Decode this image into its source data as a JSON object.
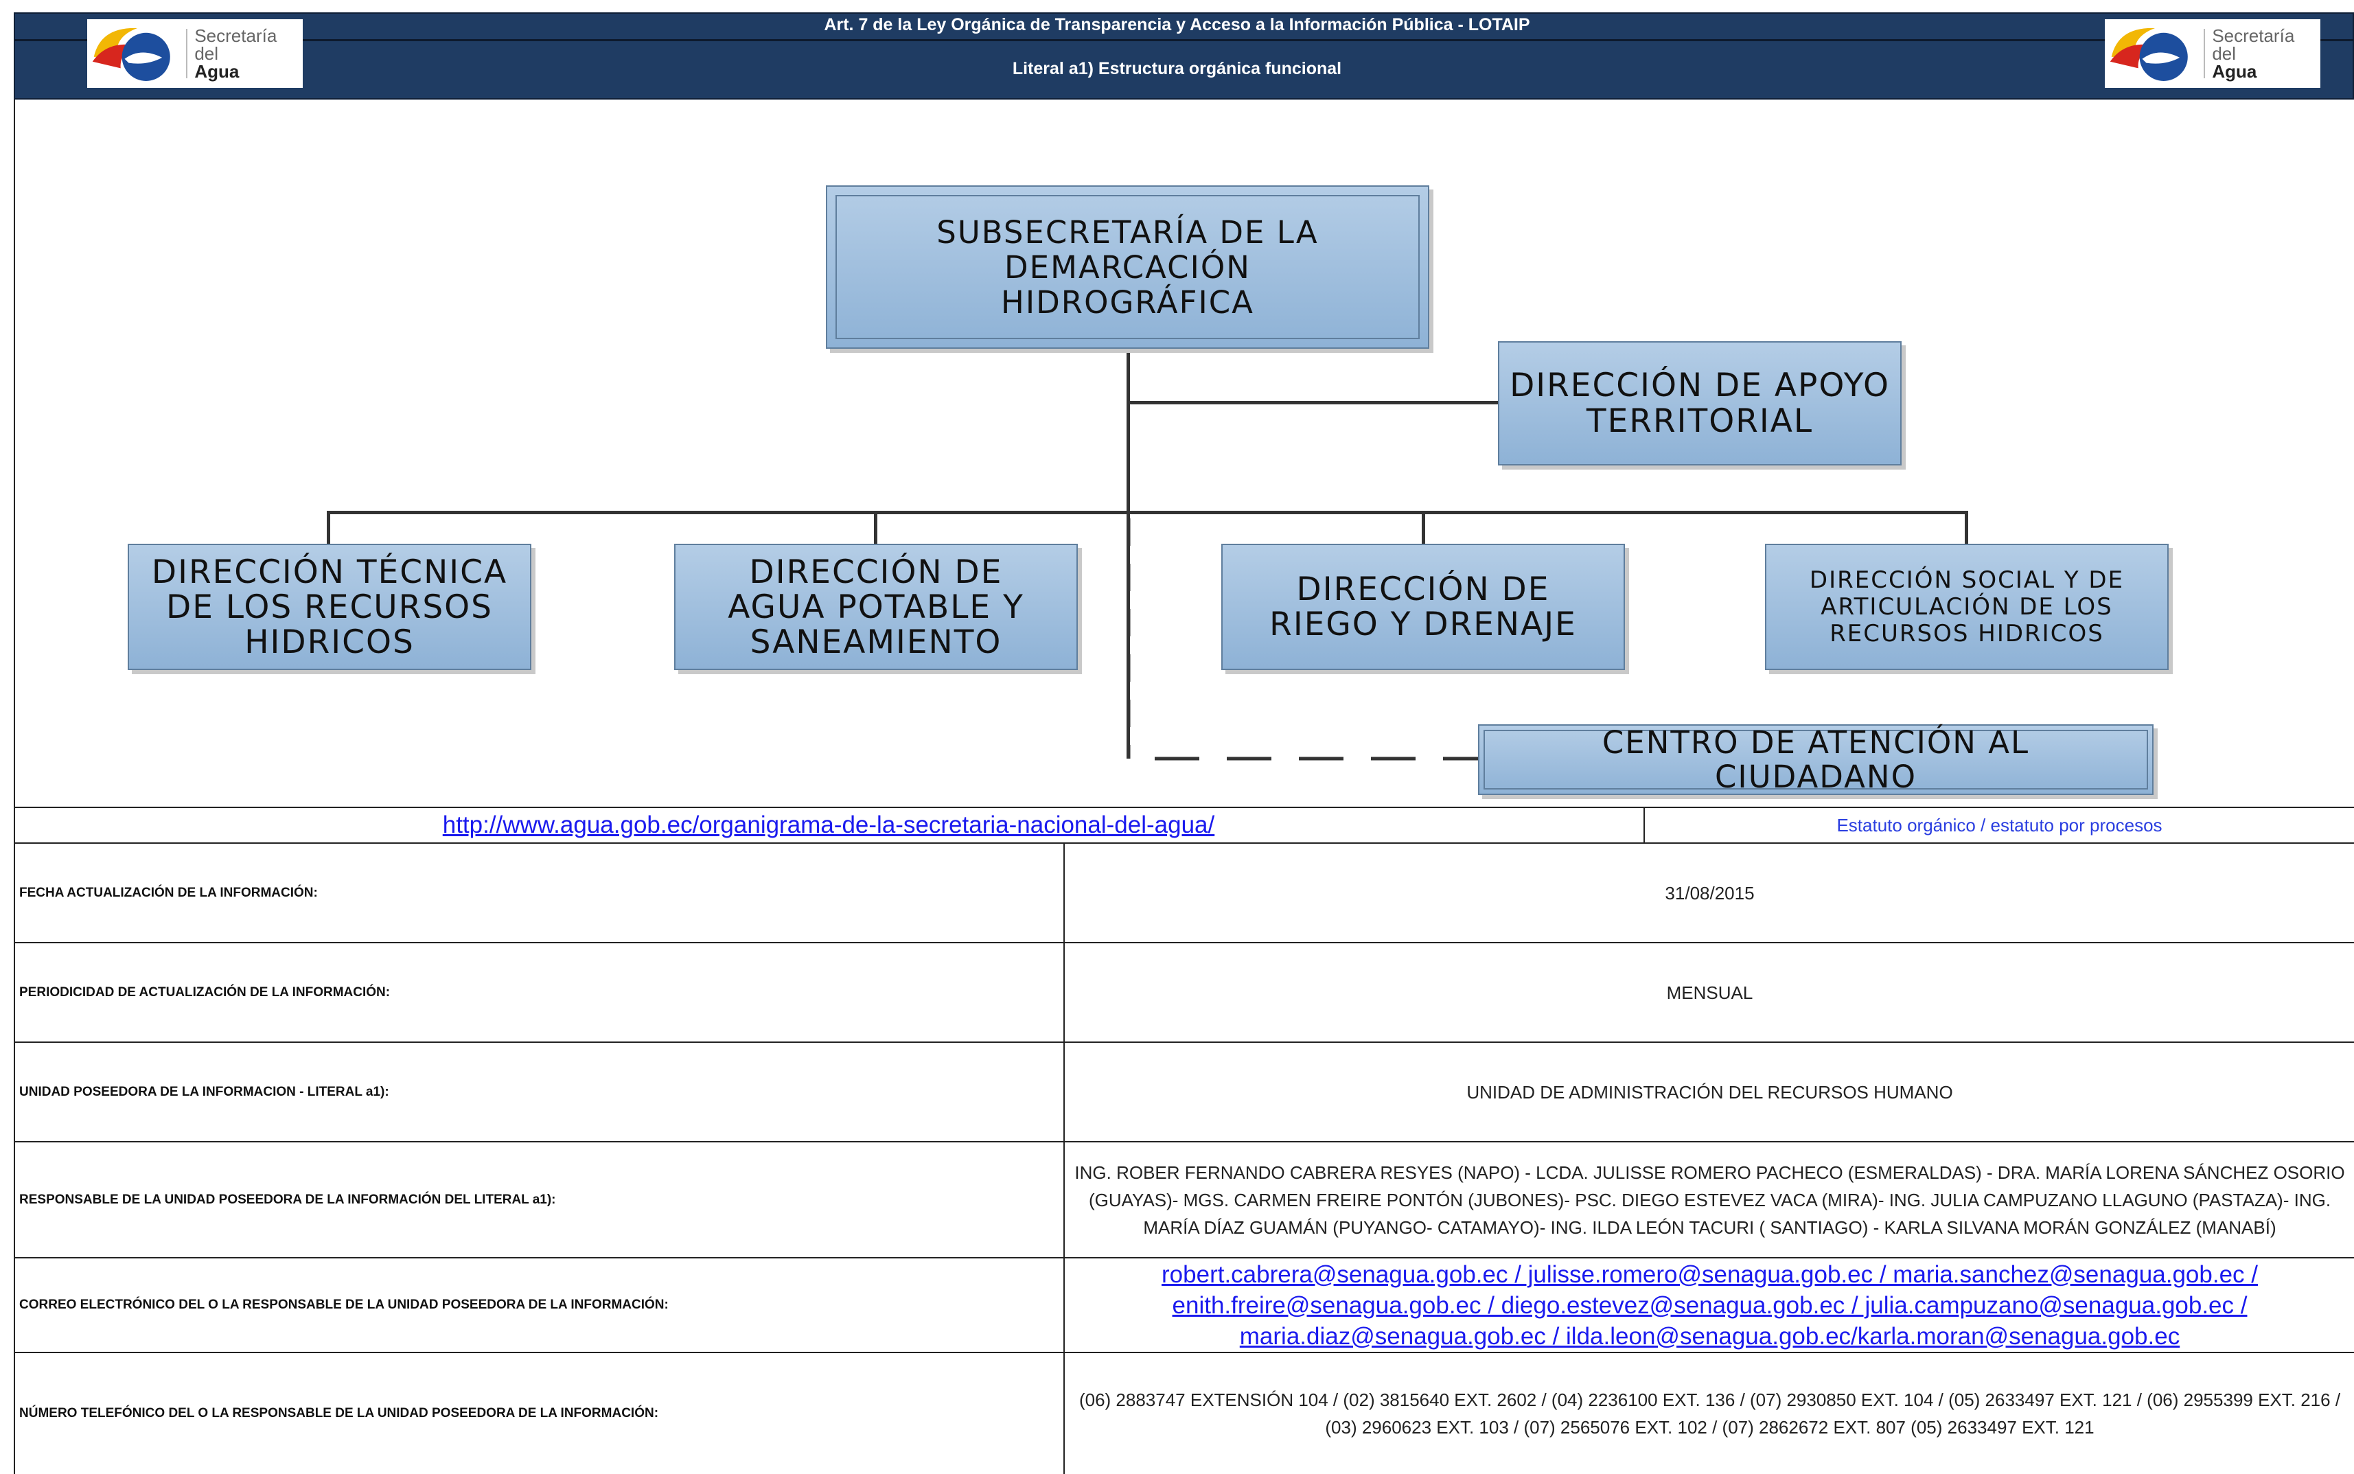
{
  "header": {
    "title": "Art. 7 de la Ley Orgánica de Transparencia y Acceso a la Información Pública - LOTAIP",
    "subtitle": "Literal a1) Estructura orgánica funcional",
    "logo_line1": "Secretaría del",
    "logo_line2": "Agua"
  },
  "org_chart": {
    "top": "SUBSECRETARÍA DE LA DEMARCACIÓN HIDROGRÁFICA",
    "apoyo": "DIRECCIÓN DE APOYO TERRITORIAL",
    "tecnica": "DIRECCIÓN TÉCNICA DE LOS RECURSOS HIDRICOS",
    "agua": "DIRECCIÓN DE AGUA POTABLE Y SANEAMIENTO",
    "riego": "DIRECCIÓN DE RIEGO Y DRENAJE",
    "social": "DIRECCIÓN SOCIAL Y DE ARTICULACIÓN DE LOS RECURSOS HIDRICOS",
    "centro": "CENTRO DE ATENCIÓN AL CIUDADANO"
  },
  "links": {
    "organigrama": "http://www.agua.gob.ec/organigrama-de-la-secretaria-nacional-del-agua/",
    "estatuto": "Estatuto orgánico / estatuto por procesos"
  },
  "rows": [
    {
      "label": "FECHA ACTUALIZACIÓN DE LA INFORMACIÓN:",
      "value": "31/08/2015"
    },
    {
      "label": "PERIODICIDAD DE ACTUALIZACIÓN DE LA INFORMACIÓN:",
      "value": "MENSUAL"
    },
    {
      "label": "UNIDAD POSEEDORA DE LA INFORMACION - LITERAL a1):",
      "value": "UNIDAD DE ADMINISTRACIÓN DEL RECURSOS HUMANO"
    },
    {
      "label": "RESPONSABLE DE LA UNIDAD POSEEDORA DE LA INFORMACIÓN DEL LITERAL a1):",
      "value": "ING. ROBER FERNANDO CABRERA RESYES (NAPO) - LCDA. JULISSE ROMERO PACHECO (ESMERALDAS) - DRA. MARÍA LORENA SÁNCHEZ OSORIO (GUAYAS)- MGS. CARMEN FREIRE PONTÓN (JUBONES)- PSC. DIEGO ESTEVEZ VACA  (MIRA)- ING. JULIA CAMPUZANO LLAGUNO (PASTAZA)- ING. MARÍA DÍAZ GUAMÁN (PUYANGO- CATAMAYO)- ING. ILDA LEÓN TACURI ( SANTIAGO) - KARLA SILVANA MORÁN GONZÁLEZ (MANABÍ)"
    },
    {
      "label": "CORREO ELECTRÓNICO DEL O LA RESPONSABLE DE LA UNIDAD POSEEDORA DE LA INFORMACIÓN:",
      "value": "robert.cabrera@senagua.gob.ec / julisse.romero@senagua.gob.ec / maria.sanchez@senagua.gob.ec / enith.freire@senagua.gob.ec  / diego.estevez@senagua.gob.ec / julia.campuzano@senagua.gob.ec / maria.diaz@senagua.gob.ec / ilda.leon@senagua.gob.ec/karla.moran@senagua.gob.ec"
    },
    {
      "label": "NÚMERO TELEFÓNICO DEL O LA RESPONSABLE DE LA UNIDAD POSEEDORA DE LA INFORMACIÓN:",
      "value": "(06) 2883747 EXTENSIÓN 104  / (02) 3815640  EXT. 2602  /  (04) 2236100 EXT. 136 /  (07) 2930850 EXT. 104 /  (05) 2633497 EXT. 121 / (06) 2955399 EXT. 216 / (03) 2960623 EXT. 103 / (07) 2565076  EXT. 102 / (07) 2862672 EXT. 807 (05) 2633497 EXT. 121"
    }
  ],
  "colors": {
    "header_bg": "#1f3c63",
    "box_fill": "#a4c2e0",
    "link": "#1a1aee"
  }
}
